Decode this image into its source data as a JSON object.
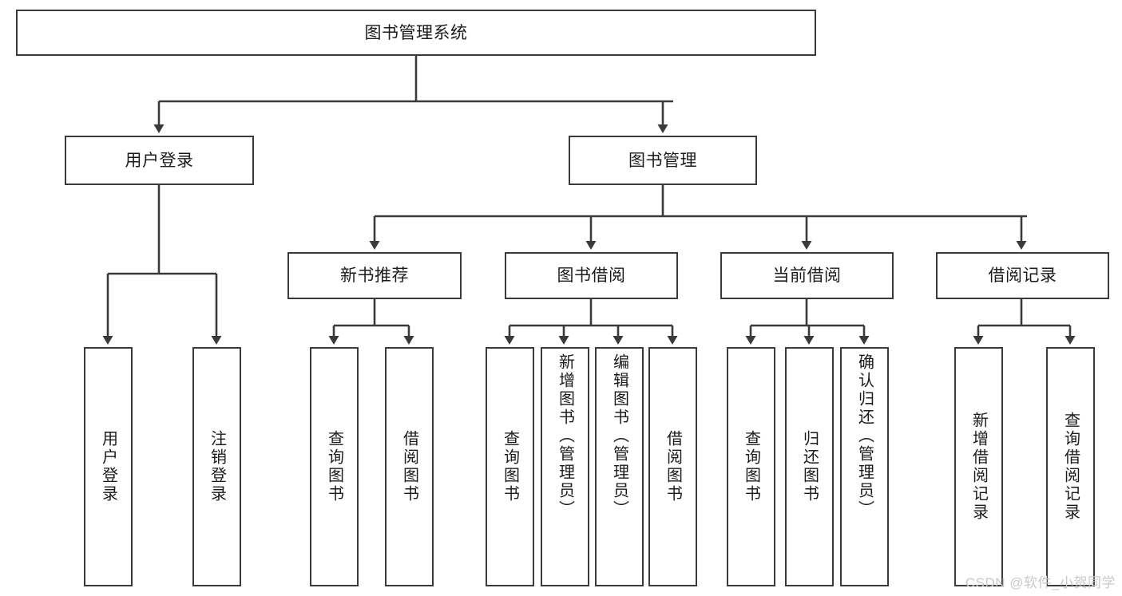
{
  "diagram": {
    "type": "tree-hierarchy",
    "title": "图书管理系统",
    "watermark": "CSDN @软件_小贺同学",
    "colors": {
      "stroke": "#3a3a3a",
      "fill": "#ffffff",
      "text": "#1b1b1b",
      "watermark": "#c9c9c9"
    },
    "nodes": {
      "root": {
        "label": "图书管理系统",
        "level": 0,
        "orientation": "horizontal"
      },
      "l1": [
        {
          "id": "user-login",
          "label": "用户登录",
          "orientation": "horizontal"
        },
        {
          "id": "book-manage",
          "label": "图书管理",
          "orientation": "horizontal"
        }
      ],
      "l2": [
        {
          "id": "new-book-rec",
          "label": "新书推荐",
          "parent": "book-manage",
          "orientation": "horizontal"
        },
        {
          "id": "book-borrow",
          "label": "图书借阅",
          "parent": "book-manage",
          "orientation": "horizontal"
        },
        {
          "id": "current-borrow",
          "label": "当前借阅",
          "parent": "book-manage",
          "orientation": "horizontal"
        },
        {
          "id": "borrow-record",
          "label": "借阅记录",
          "parent": "book-manage",
          "orientation": "horizontal"
        }
      ],
      "leaves": [
        {
          "id": "leaf-user-login",
          "label": "用户登录",
          "parent": "user-login",
          "orientation": "vertical"
        },
        {
          "id": "leaf-user-logout",
          "label": "注销登录",
          "parent": "user-login",
          "orientation": "vertical"
        },
        {
          "id": "leaf-rec-query-book",
          "label": "查询图书",
          "parent": "new-book-rec",
          "orientation": "vertical"
        },
        {
          "id": "leaf-rec-borrow-book",
          "label": "借阅图书",
          "parent": "new-book-rec",
          "orientation": "vertical"
        },
        {
          "id": "leaf-bb-query-book",
          "label": "查询图书",
          "parent": "book-borrow",
          "orientation": "vertical"
        },
        {
          "id": "leaf-bb-add-book",
          "label": "新增图书（管理员）",
          "parent": "book-borrow",
          "orientation": "vertical"
        },
        {
          "id": "leaf-bb-edit-book",
          "label": "编辑图书（管理员）",
          "parent": "book-borrow",
          "orientation": "vertical"
        },
        {
          "id": "leaf-bb-borrow-book",
          "label": "借阅图书",
          "parent": "book-borrow",
          "orientation": "vertical"
        },
        {
          "id": "leaf-cb-query-book",
          "label": "查询图书",
          "parent": "current-borrow",
          "orientation": "vertical"
        },
        {
          "id": "leaf-cb-return-book",
          "label": "归还图书",
          "parent": "current-borrow",
          "orientation": "vertical"
        },
        {
          "id": "leaf-cb-confirm-return",
          "label": "确认归还（管理员）",
          "parent": "current-borrow",
          "orientation": "vertical"
        },
        {
          "id": "leaf-br-add-record",
          "label": "新增借阅记录",
          "parent": "borrow-record",
          "orientation": "vertical"
        },
        {
          "id": "leaf-br-query-record",
          "label": "查询借阅记录",
          "parent": "borrow-record",
          "orientation": "vertical"
        }
      ]
    }
  }
}
